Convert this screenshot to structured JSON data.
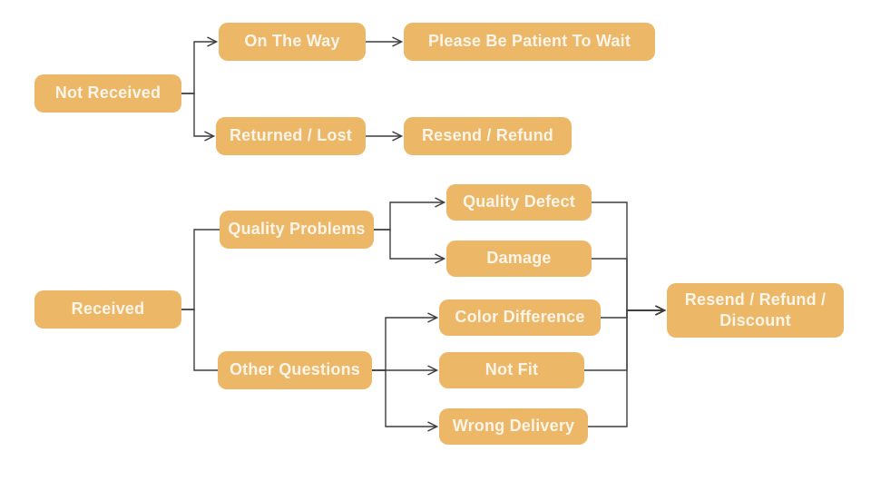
{
  "diagram": {
    "background": "#FFFFFF",
    "colors": {
      "node_fill": "#ECB766",
      "node_text": "#FBF5E9",
      "connector": "#3D3D3D"
    },
    "nodes": {
      "not_received": {
        "label": "Not Received"
      },
      "on_the_way": {
        "label": "On The Way"
      },
      "please_wait": {
        "label": "Please Be Patient To Wait"
      },
      "returned_lost": {
        "label": "Returned / Lost"
      },
      "resend_refund": {
        "label": "Resend / Refund"
      },
      "received": {
        "label": "Received"
      },
      "quality_problems": {
        "label": "Quality Problems"
      },
      "quality_defect": {
        "label": "Quality Defect"
      },
      "damage": {
        "label": "Damage"
      },
      "other_questions": {
        "label": "Other Questions"
      },
      "color_difference": {
        "label": "Color Difference"
      },
      "not_fit": {
        "label": "Not Fit"
      },
      "wrong_delivery": {
        "label": "Wrong Delivery"
      },
      "resend_refund_discount": {
        "label": "Resend / Refund / Discount"
      }
    },
    "edges": [
      {
        "from": "not_received",
        "to": "on_the_way",
        "arrow": true
      },
      {
        "from": "not_received",
        "to": "returned_lost",
        "arrow": true
      },
      {
        "from": "on_the_way",
        "to": "please_wait",
        "arrow": true
      },
      {
        "from": "returned_lost",
        "to": "resend_refund",
        "arrow": true
      },
      {
        "from": "received",
        "to": "quality_problems",
        "arrow": false
      },
      {
        "from": "received",
        "to": "other_questions",
        "arrow": false
      },
      {
        "from": "quality_problems",
        "to": "quality_defect",
        "arrow": true
      },
      {
        "from": "quality_problems",
        "to": "damage",
        "arrow": true
      },
      {
        "from": "other_questions",
        "to": "color_difference",
        "arrow": true
      },
      {
        "from": "other_questions",
        "to": "not_fit",
        "arrow": true
      },
      {
        "from": "other_questions",
        "to": "wrong_delivery",
        "arrow": true
      },
      {
        "from": "quality_defect",
        "to": "resend_refund_discount",
        "arrow": true
      },
      {
        "from": "damage",
        "to": "resend_refund_discount",
        "arrow": true
      },
      {
        "from": "color_difference",
        "to": "resend_refund_discount",
        "arrow": true
      },
      {
        "from": "not_fit",
        "to": "resend_refund_discount",
        "arrow": true
      },
      {
        "from": "wrong_delivery",
        "to": "resend_refund_discount",
        "arrow": true
      }
    ]
  }
}
